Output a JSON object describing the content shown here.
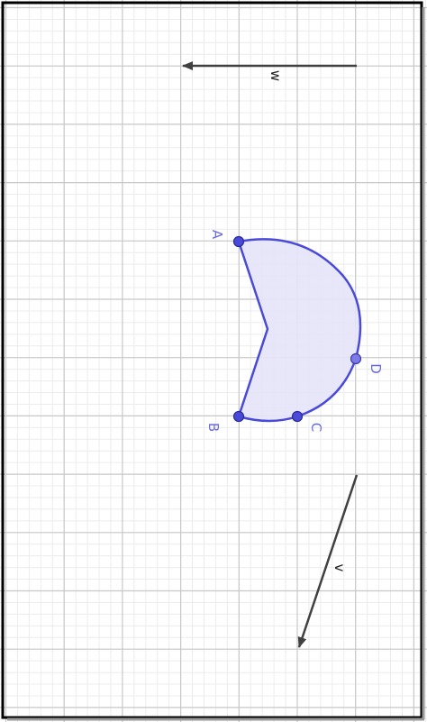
{
  "points": [
    {
      "id": "A",
      "label": "A"
    },
    {
      "id": "B",
      "label": "B"
    },
    {
      "id": "C",
      "label": "C"
    },
    {
      "id": "D",
      "label": "D"
    }
  ],
  "vectors": [
    {
      "id": "w",
      "label": "w"
    },
    {
      "id": "v",
      "label": "v"
    }
  ],
  "colors": {
    "shape_stroke": "#4a4ad8",
    "shape_fill": "#e4e4f8",
    "point_fill": "#4a4ad8",
    "point_fill_light": "#7a7ae8",
    "point_label": "#6a6ae0",
    "vector": "#404040",
    "grid_minor": "#ececec",
    "grid_major": "#c8c8c8",
    "frame": "#000000"
  }
}
